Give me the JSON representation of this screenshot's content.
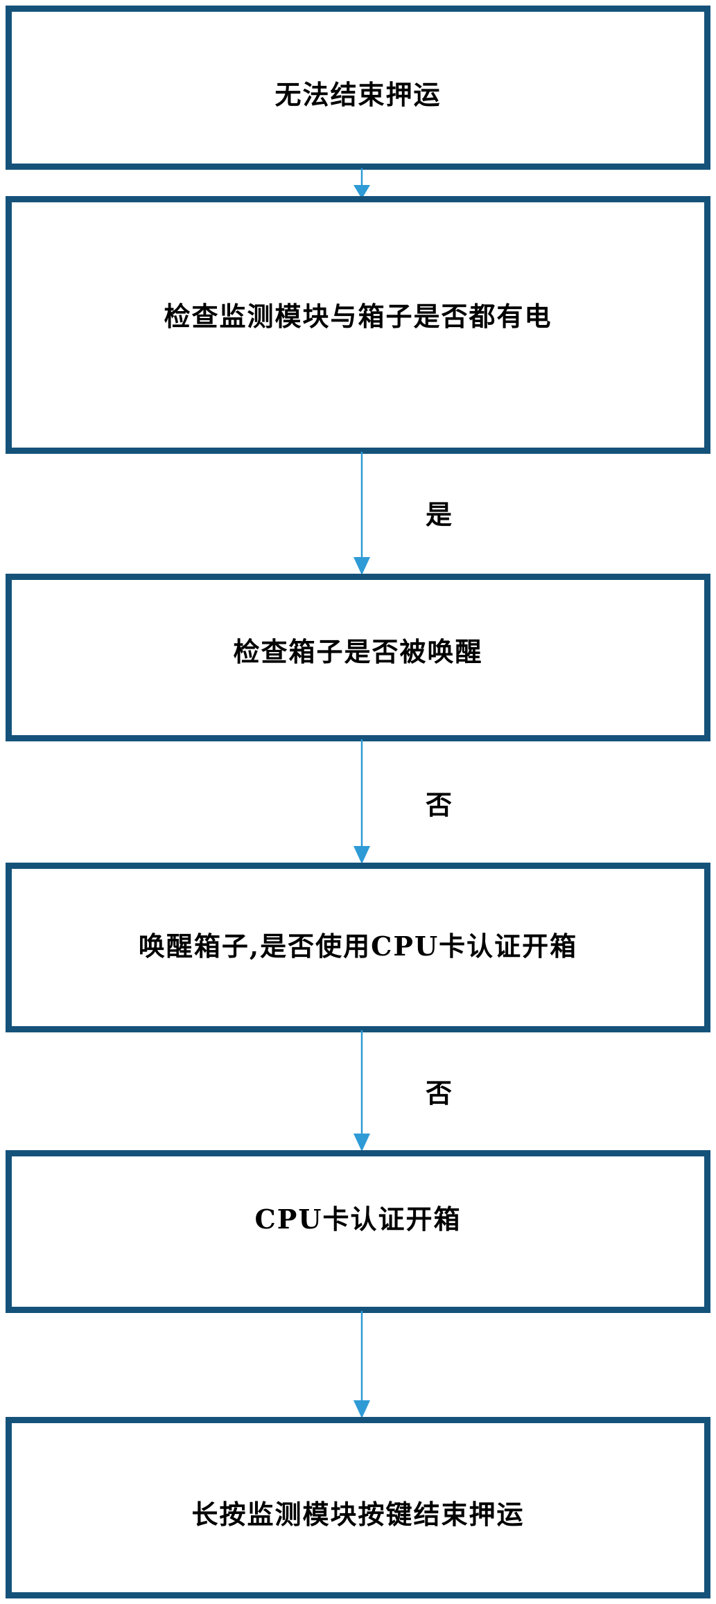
{
  "diagram": {
    "title": "无法结束押运",
    "type": "flowchart",
    "orientation": "vertical",
    "colors": {
      "node_border": "#15527A",
      "node_fill": "#FFFFFF",
      "connector": "#2E9BD6",
      "text": "#000000",
      "background": "#FFFFFF"
    },
    "nodes": [
      {
        "id": "n1",
        "label": "无法结束押运"
      },
      {
        "id": "n2",
        "label": "检查监测模块与箱子是否都有电"
      },
      {
        "id": "n3",
        "label": "检查箱子是否被唤醒"
      },
      {
        "id": "n4",
        "label": "唤醒箱子,是否使用CPU卡认证开箱"
      },
      {
        "id": "n5",
        "label": "CPU卡认证开箱"
      },
      {
        "id": "n6",
        "label": "长按监测模块按键结束押运"
      }
    ],
    "edges": [
      {
        "id": "e1",
        "from": "n1",
        "to": "n2",
        "label": ""
      },
      {
        "id": "e2",
        "from": "n2",
        "to": "n3",
        "label": "是"
      },
      {
        "id": "e3",
        "from": "n3",
        "to": "n4",
        "label": "否"
      },
      {
        "id": "e4",
        "from": "n4",
        "to": "n5",
        "label": "否"
      },
      {
        "id": "e5",
        "from": "n5",
        "to": "n6",
        "label": ""
      }
    ]
  }
}
